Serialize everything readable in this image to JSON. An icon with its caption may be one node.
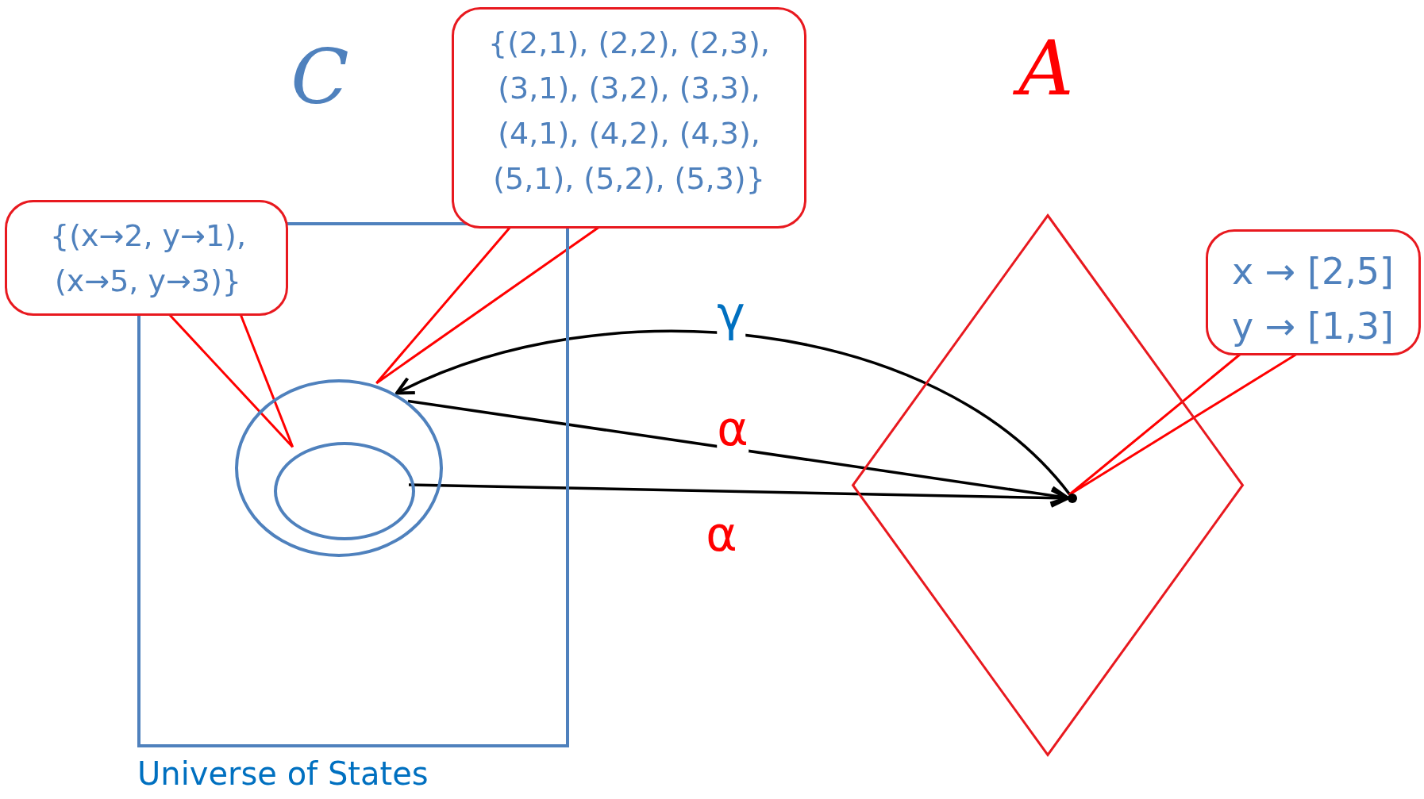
{
  "diagram": {
    "nodes": [
      {
        "text": [
          "Universe of States"
        ]
      },
      {
        "text": [],
        "shape": "circle",
        "in": 0
      },
      {
        "text": [],
        "shape": "circle",
        "in": 1
      },
      {
        "text": [],
        "shape": "diamond"
      },
      {
        "text": [],
        "shape": "circle",
        "in": 3
      },
      {
        "text": [
          "{(x→2, y→1), (x→5, y→3)}"
        ]
      },
      {
        "text": [
          "{(2,1), (2,2), (2,3), (3,1), (3,2), (3,3), (4,1), (4,2), (4,3), (5,1), (5,2), (5,3)}"
        ]
      },
      {
        "text": [
          "x → [2,5] y → [1,3]"
        ]
      }
    ],
    "edges": [
      {
        "from": 4,
        "to": 1,
        "arrow": "to",
        "label": "γ"
      },
      {
        "from": 1,
        "to": 4,
        "arrow": "to",
        "label": "α"
      },
      {
        "from": 2,
        "to": 4,
        "arrow": "to",
        "label": "α"
      },
      {
        "from": 5,
        "to": 2,
        "arrow": "none",
        "color": "#ff0000"
      },
      {
        "from": 6,
        "to": 1,
        "arrow": "none",
        "color": "#ff0000"
      },
      {
        "from": 7,
        "to": 4,
        "arrow": "none",
        "color": "#ff0000"
      }
    ],
    "labels": [
      "C",
      "A"
    ]
  }
}
